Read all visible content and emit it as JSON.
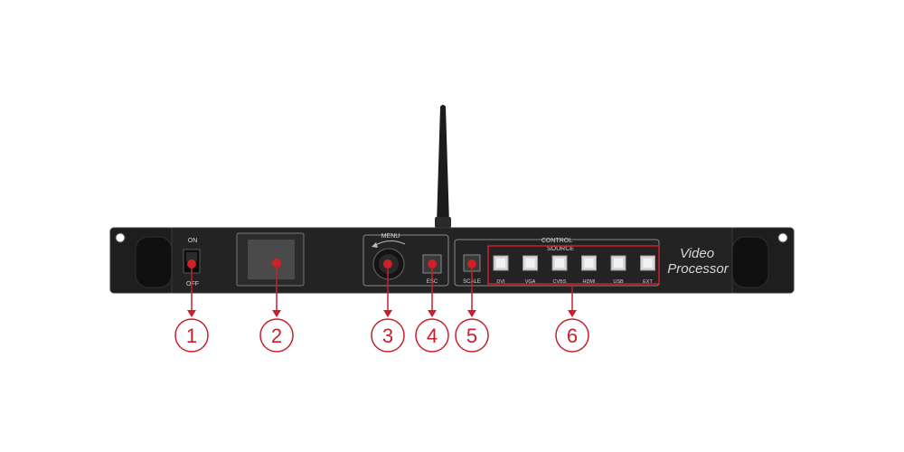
{
  "power": {
    "on_label": "ON",
    "off_label": "OFF"
  },
  "menu_label": "MENU",
  "esc_label": "ESC",
  "control_label": "CONTROL",
  "scale_label": "SCALE",
  "source_label": "SOURCE",
  "source_buttons": [
    {
      "label": "DVI"
    },
    {
      "label": "VGA"
    },
    {
      "label": "CVBS"
    },
    {
      "label": "HDMI"
    },
    {
      "label": "USB"
    },
    {
      "label": "EXT"
    }
  ],
  "brand": {
    "line1": "Video",
    "line2": "Processor"
  },
  "callouts": [
    {
      "number": "1",
      "target": "power-switch"
    },
    {
      "number": "2",
      "target": "lcd-screen"
    },
    {
      "number": "3",
      "target": "menu-knob"
    },
    {
      "number": "4",
      "target": "esc-button"
    },
    {
      "number": "5",
      "target": "scale-button"
    },
    {
      "number": "6",
      "target": "source-buttons"
    }
  ],
  "colors": {
    "panel": "#232323",
    "panel_edge": "#3a3a3a",
    "accent_red": "#d0202a",
    "callout_red": "#c8202a",
    "antenna": "#1a1a1a"
  }
}
